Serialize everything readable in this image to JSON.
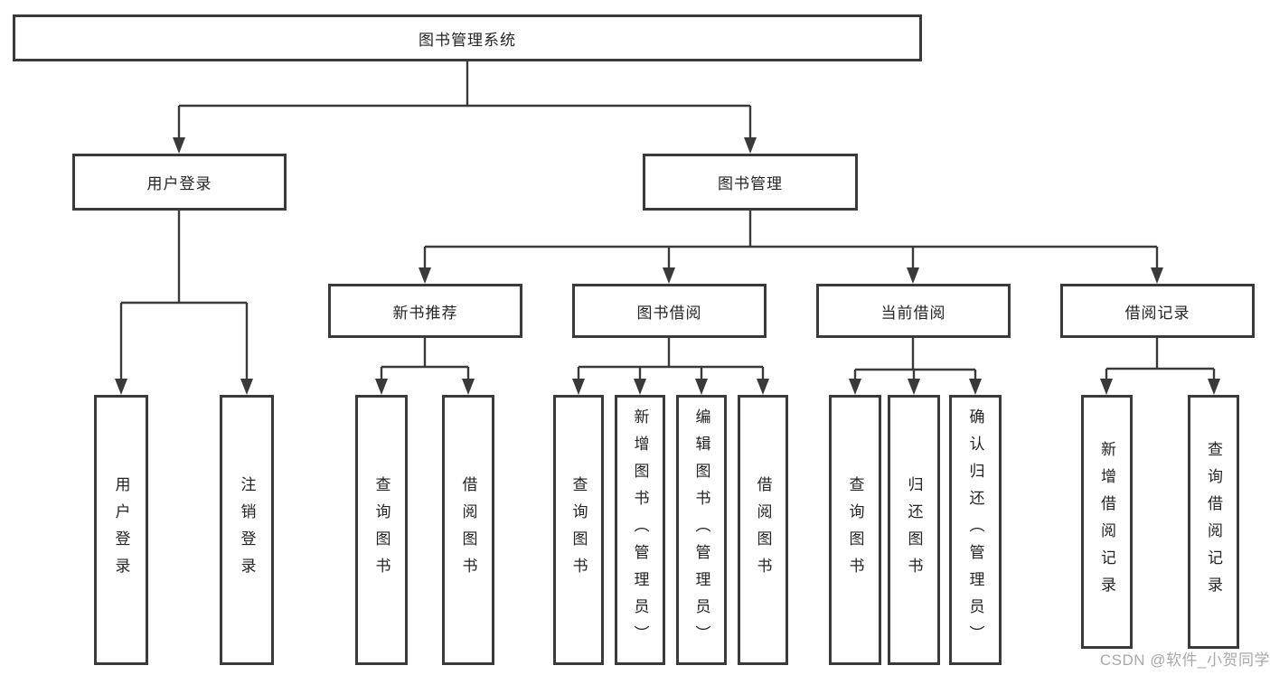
{
  "root": {
    "label": "图书管理系统"
  },
  "branches": [
    {
      "label": "用户登录",
      "children": [
        {
          "label": "用户登录"
        },
        {
          "label": "注销登录"
        }
      ]
    },
    {
      "label": "图书管理",
      "sections": [
        {
          "label": "新书推荐",
          "children": [
            {
              "label": "查询图书"
            },
            {
              "label": "借阅图书"
            }
          ]
        },
        {
          "label": "图书借阅",
          "children": [
            {
              "label": "查询图书"
            },
            {
              "label": "新增图书（管理员）"
            },
            {
              "label": "编辑图书（管理员）"
            },
            {
              "label": "借阅图书"
            }
          ]
        },
        {
          "label": "当前借阅",
          "children": [
            {
              "label": "查询图书"
            },
            {
              "label": "归还图书"
            },
            {
              "label": "确认归还（管理员）"
            }
          ]
        },
        {
          "label": "借阅记录",
          "children": [
            {
              "label": "新增借阅记录"
            },
            {
              "label": "查询借阅记录"
            }
          ]
        }
      ]
    }
  ],
  "watermark": "CSDN @软件_小贺同学",
  "colors": {
    "line": "#3a3a3a",
    "border": "#3a3a3a",
    "text": "#242424",
    "watermark": "#a8a8a8",
    "background": "#ffffff"
  }
}
